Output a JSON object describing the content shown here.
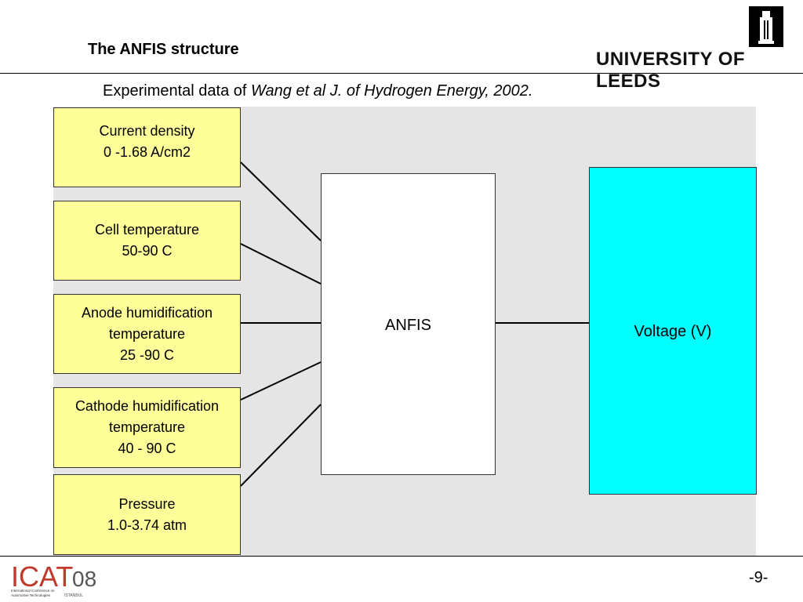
{
  "slide": {
    "title": "The ANFIS structure",
    "university": "UNIVERSITY OF LEEDS",
    "page_number": "-9-"
  },
  "subtitle": {
    "prefix": "Experimental data of ",
    "reference": "Wang et al J. of Hydrogen Energy, 2002."
  },
  "diagram": {
    "inputs": [
      {
        "lines": [
          "Current density",
          "0 -1.68 A/cm2"
        ]
      },
      {
        "lines": [
          "Cell temperature",
          "50-90 C"
        ]
      },
      {
        "lines": [
          "Anode humidification",
          "temperature",
          "25 -90 C"
        ]
      },
      {
        "lines": [
          "Cathode humidification",
          "temperature",
          "40 - 90 C"
        ]
      },
      {
        "lines": [
          "Pressure",
          "1.0-3.74 atm"
        ]
      }
    ],
    "model": "ANFIS",
    "output": "Voltage (V)"
  },
  "footer": {
    "logo_text": "ICAT",
    "logo_year": "08",
    "logo_caption_1": "International Conference on",
    "logo_caption_2": "Automotive Technologies",
    "logo_city": "ISTANBUL"
  },
  "colors": {
    "input_fill": "#ffff99",
    "output_fill": "#00ffff",
    "diagram_background": "#e5e5e5"
  }
}
